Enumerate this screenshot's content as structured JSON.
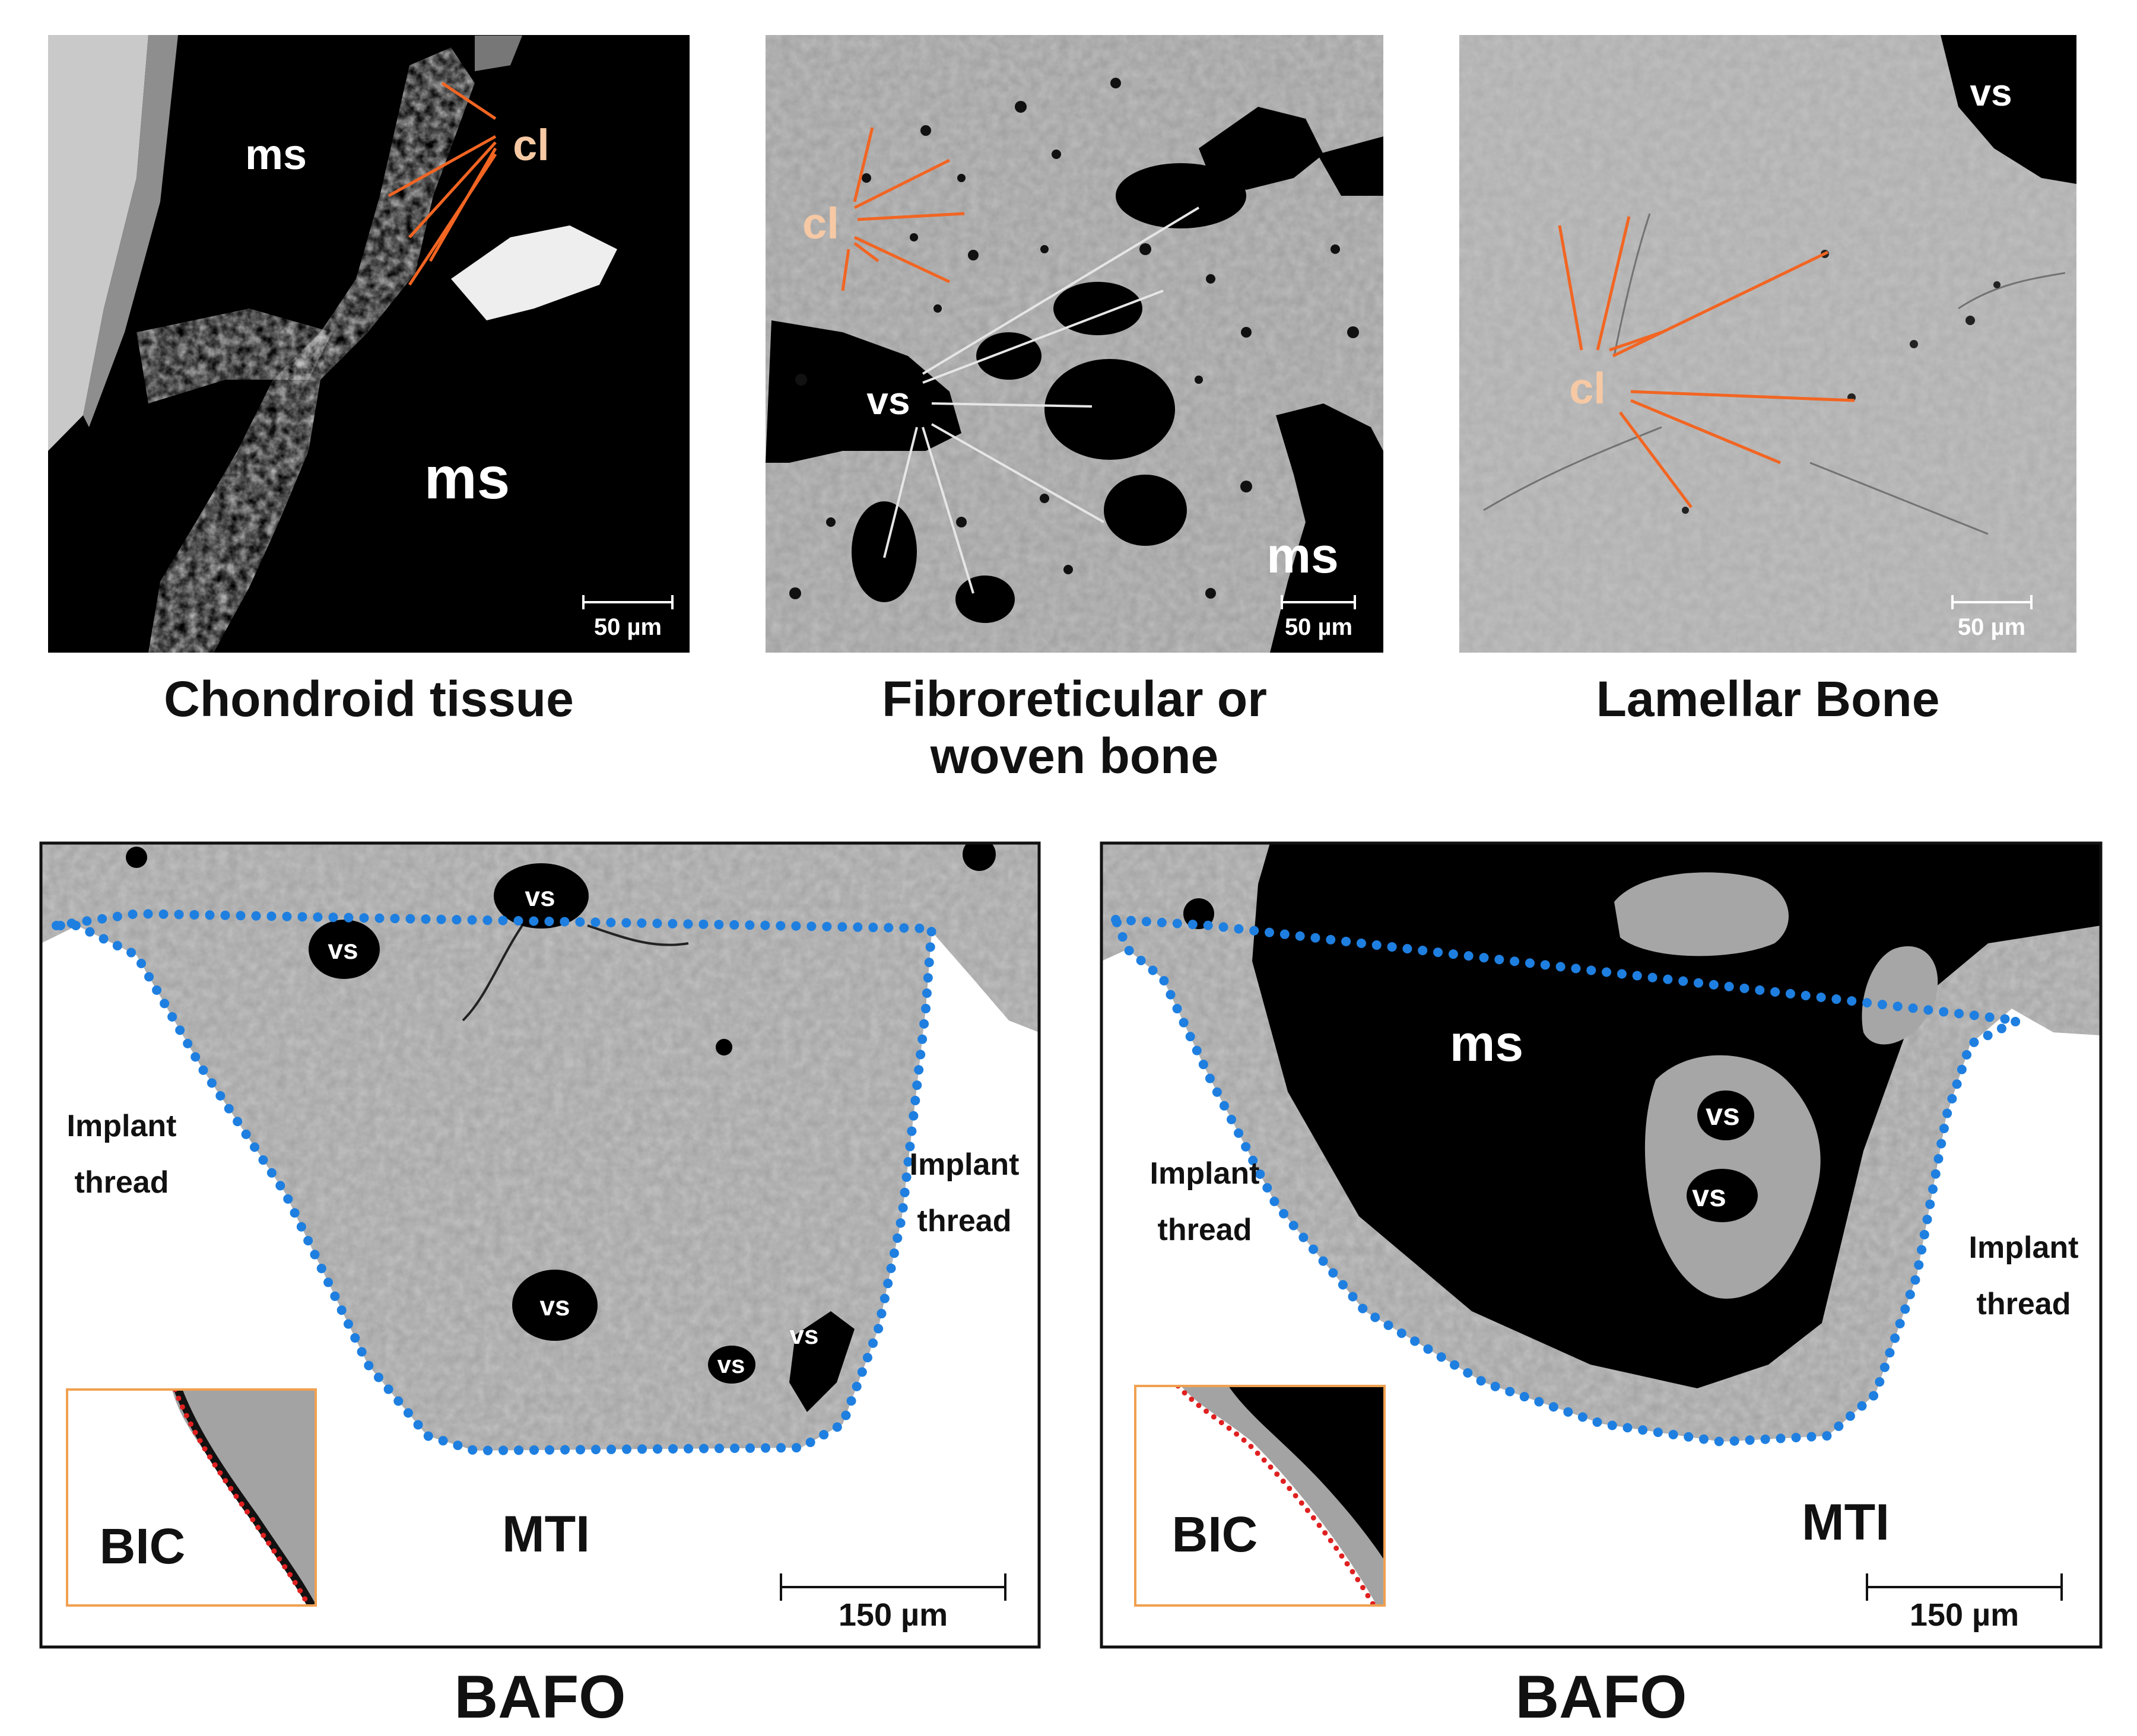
{
  "panels": {
    "chondroid": {
      "title": "Chondroid tissue",
      "labels": {
        "cl": "cl",
        "ms_small": "ms",
        "ms_large": "ms"
      },
      "scalebar": "50 µm"
    },
    "woven": {
      "title_line1": "Fibroreticular or",
      "title_line2": "woven bone",
      "labels": {
        "cl": "cl",
        "vs": "vs",
        "ms": "ms"
      },
      "scalebar": "50 µm"
    },
    "lamellar": {
      "title": "Lamellar Bone",
      "labels": {
        "cl": "cl",
        "vs": "vs"
      },
      "scalebar": "50 µm"
    },
    "bafo_left": {
      "title": "BAFO",
      "labels": {
        "vs": "vs",
        "implant_thread_left_1": "Implant",
        "implant_thread_left_2": "thread",
        "implant_thread_right_1": "Implant",
        "implant_thread_right_2": "thread",
        "mti": "MTI",
        "bic": "BIC"
      },
      "scalebar": "150 µm"
    },
    "bafo_right": {
      "title": "BAFO",
      "labels": {
        "ms": "ms",
        "vs": "vs",
        "implant_thread_left_1": "Implant",
        "implant_thread_left_2": "thread",
        "implant_thread_right_1": "Implant",
        "implant_thread_right_2": "thread",
        "mti": "MTI",
        "bic": "BIC"
      },
      "scalebar": "150 µm"
    }
  },
  "colors": {
    "cell_line": "#f26522",
    "cell_label": "#f6c9a4",
    "vessel_line": "#e6e6e6",
    "roi_dots": "#1e7fe0",
    "bic_dots": "#e02020",
    "inset_border": "#f0a050",
    "bone_gray": "#a8a8a8"
  }
}
